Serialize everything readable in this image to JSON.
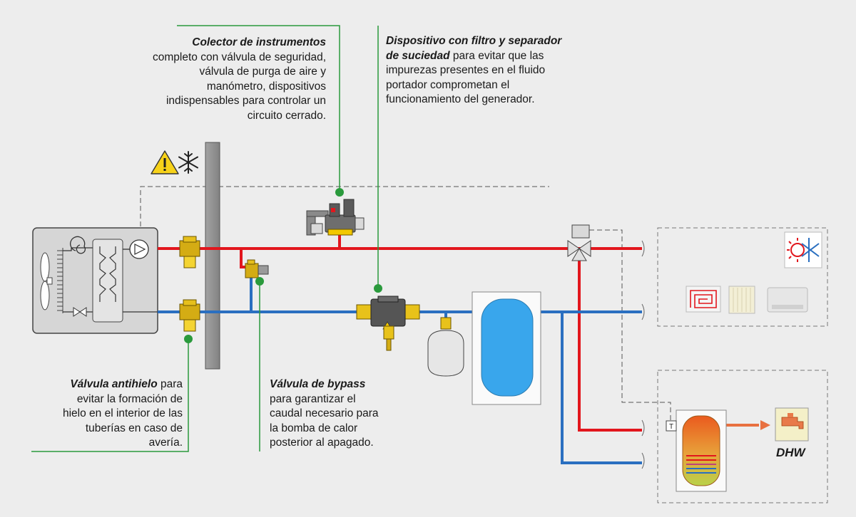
{
  "colors": {
    "background": "#ededed",
    "supply_pipe": "#e2161d",
    "return_pipe": "#2a6fc0",
    "callout_line": "#2a9a3c",
    "wall": "#8e8e8e",
    "valve_brass": "#f2c800",
    "buffer_tank_water": "#39a6ec"
  },
  "callouts": {
    "instrument_manifold": {
      "title": "Colector de instrumentos",
      "line1": "completo con válvula de seguridad,",
      "line2": "válvula de purga de aire y",
      "line3": "manómetro, dispositivos",
      "line4": "indispensables para controlar un",
      "line5": "circuito cerrado."
    },
    "filter_separator": {
      "title_line1": "Dispositivo con filtro y separador",
      "title_line2": "de suciedad",
      "line1_rest": " para evitar que las",
      "line2": "impurezas presentes en el fluido",
      "line3": "portador comprometan el",
      "line4": "funcionamiento del generador."
    },
    "antifreeze_valve": {
      "title": "Válvula antihielo",
      "line1_rest": " para",
      "line2": "evitar la formación de",
      "line3": "hielo en el interior de las",
      "line4": "tuberías en caso de",
      "line5": "avería."
    },
    "bypass_valve": {
      "title": "Válvula de bypass",
      "line1": "para garantizar el",
      "line2": "caudal necesario para",
      "line3": "la bomba de calor",
      "line4": "posterior al apagado."
    }
  },
  "labels": {
    "dhw": "DHW",
    "sensor": "T"
  },
  "icons": {
    "warning": "warning-triangle-icon",
    "frost": "snowflake-icon",
    "heating_cooling": "sun-snowflake-icon",
    "underfloor": "underfloor-heating-icon",
    "radiator": "radiator-icon",
    "fan_coil": "fan-coil-icon",
    "tap": "tap-icon"
  }
}
